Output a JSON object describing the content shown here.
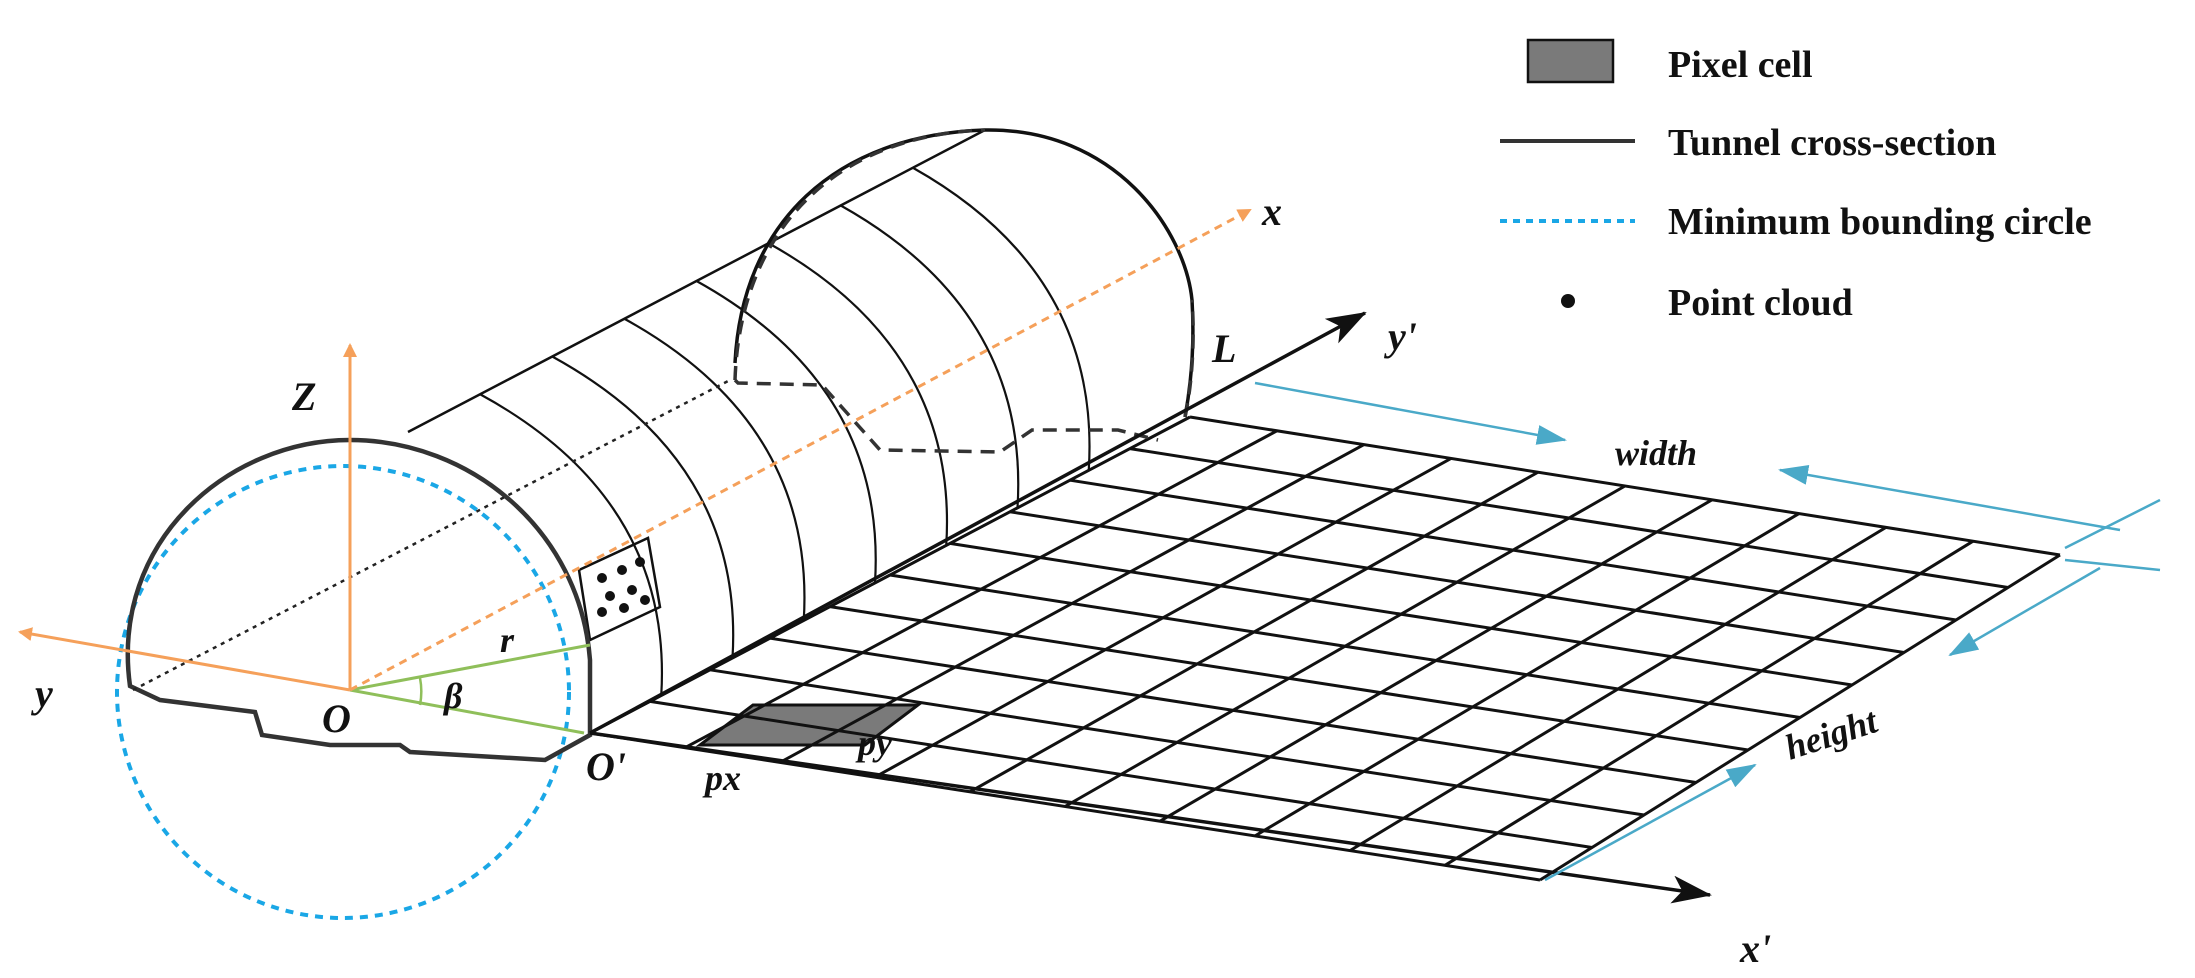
{
  "legend": {
    "items": [
      {
        "label": "Pixel cell",
        "icon": "gray-rect-icon"
      },
      {
        "label": "Tunnel cross-section",
        "icon": "solid-line-icon"
      },
      {
        "label": "Minimum bounding circle",
        "icon": "dotted-line-icon"
      },
      {
        "label": "Point cloud",
        "icon": "dot-icon"
      }
    ]
  },
  "labels": {
    "x": "x",
    "y": "y",
    "z": "Z",
    "o": "O",
    "o_prime": "O'",
    "l": "L",
    "r": "r",
    "beta": "β",
    "x_prime": "x'",
    "y_prime": "y'",
    "px": "px",
    "py": "py",
    "width": "width",
    "height": "height"
  },
  "colors": {
    "orange": "#f5a05a",
    "blue_dotted": "#1aa7e6",
    "cyan_arrow": "#4aa9c8",
    "green": "#8fbf5a",
    "pixel_gray": "#7a7a7a",
    "line": "#222222"
  }
}
